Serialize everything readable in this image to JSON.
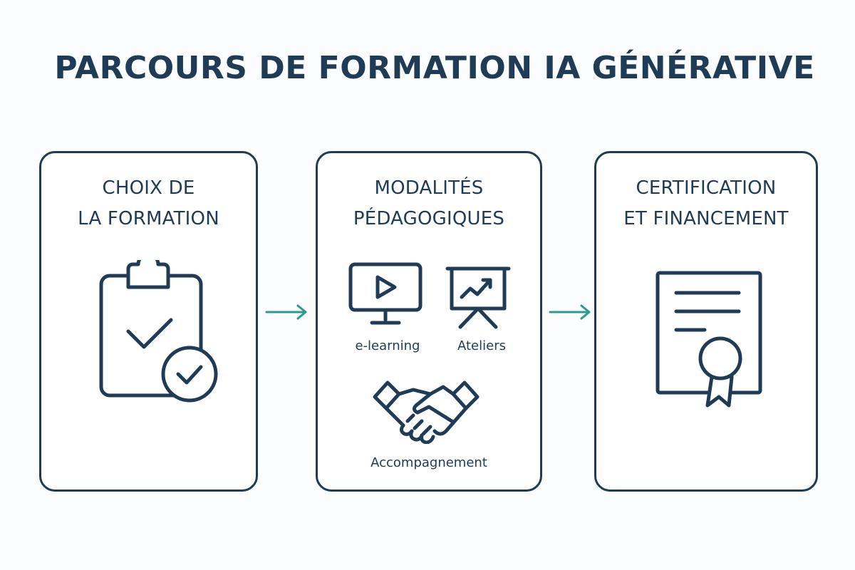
{
  "title": "PARCOURS DE FORMATION IA GÉNÉRATIVE",
  "colors": {
    "primary": "#1f3b55",
    "accent": "#2e9a8c",
    "background": "#fbfcfd"
  },
  "steps": [
    {
      "title_lines": [
        "CHOIX DE",
        "LA FORMATION"
      ],
      "icon": "clipboard-check-icon"
    },
    {
      "title_lines": [
        "MODALITÉS",
        "PÉDAGOGIQUES"
      ],
      "modes": [
        {
          "label": "e-learning",
          "icon": "monitor-play-icon"
        },
        {
          "label": "Ateliers",
          "icon": "presentation-board-icon"
        },
        {
          "label": "Accompagnement",
          "icon": "handshake-icon"
        }
      ]
    },
    {
      "title_lines": [
        "CERTIFICATION",
        "ET FINANCEMENT"
      ],
      "icon": "certificate-icon"
    }
  ],
  "connectors": [
    "arrow-right-icon",
    "arrow-right-icon"
  ]
}
